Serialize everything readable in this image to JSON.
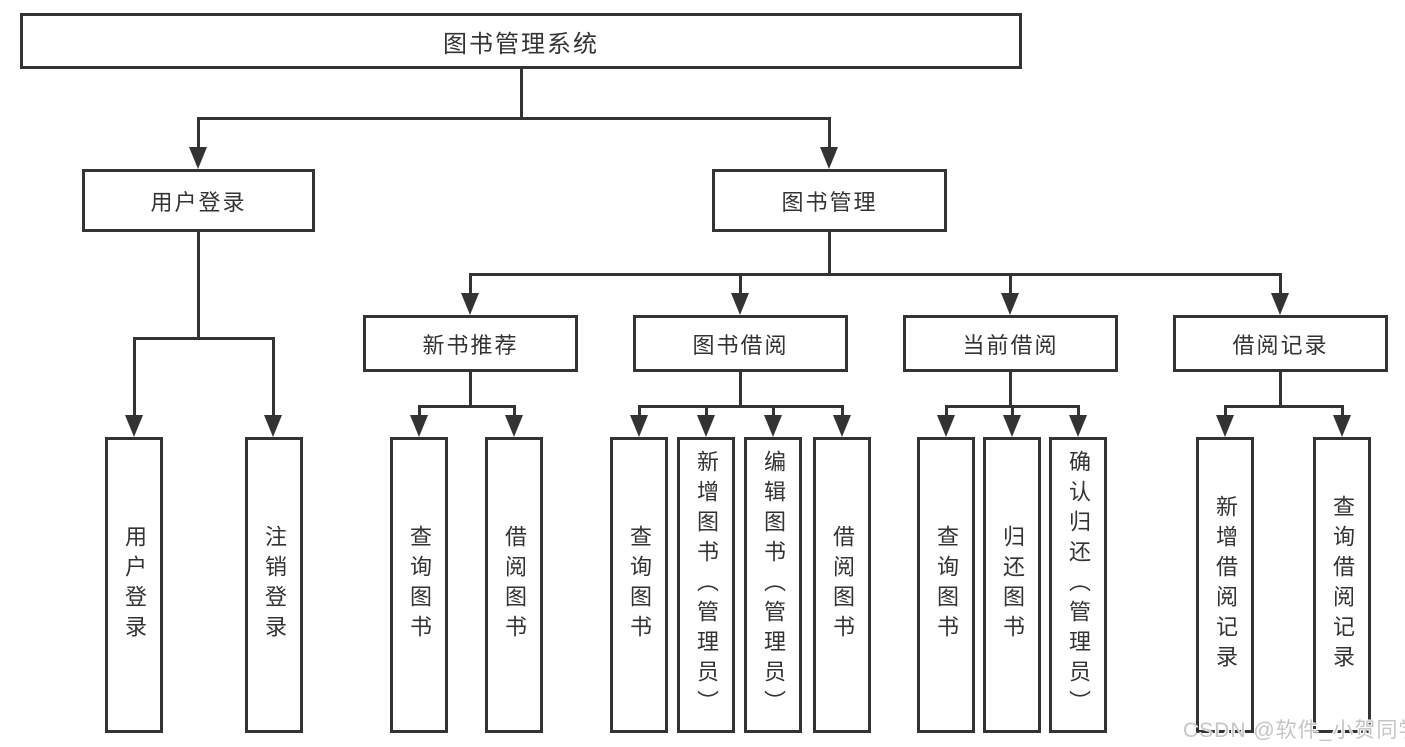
{
  "tree": {
    "root": "图书管理系统",
    "branches": [
      {
        "label": "用户登录",
        "children": [
          "用户登录",
          "注销登录"
        ]
      },
      {
        "label": "图书管理",
        "children": [
          {
            "label": "新书推荐",
            "children": [
              "查询图书",
              "借阅图书"
            ]
          },
          {
            "label": "图书借阅",
            "children": [
              "查询图书",
              "新增图书（管理员）",
              "编辑图书（管理员）",
              "借阅图书"
            ]
          },
          {
            "label": "当前借阅",
            "children": [
              "查询图书",
              "归还图书",
              "确认归还（管理员）"
            ]
          },
          {
            "label": "借阅记录",
            "children": [
              "新增借阅记录",
              "查询借阅记录"
            ]
          }
        ]
      }
    ]
  },
  "watermark": "CSDN @软件_小贺同学",
  "colors": {
    "line": "#333333",
    "box_border": "#333333",
    "text": "#333333",
    "watermark_text": "#c5c5c5",
    "background": "#ffffff"
  }
}
